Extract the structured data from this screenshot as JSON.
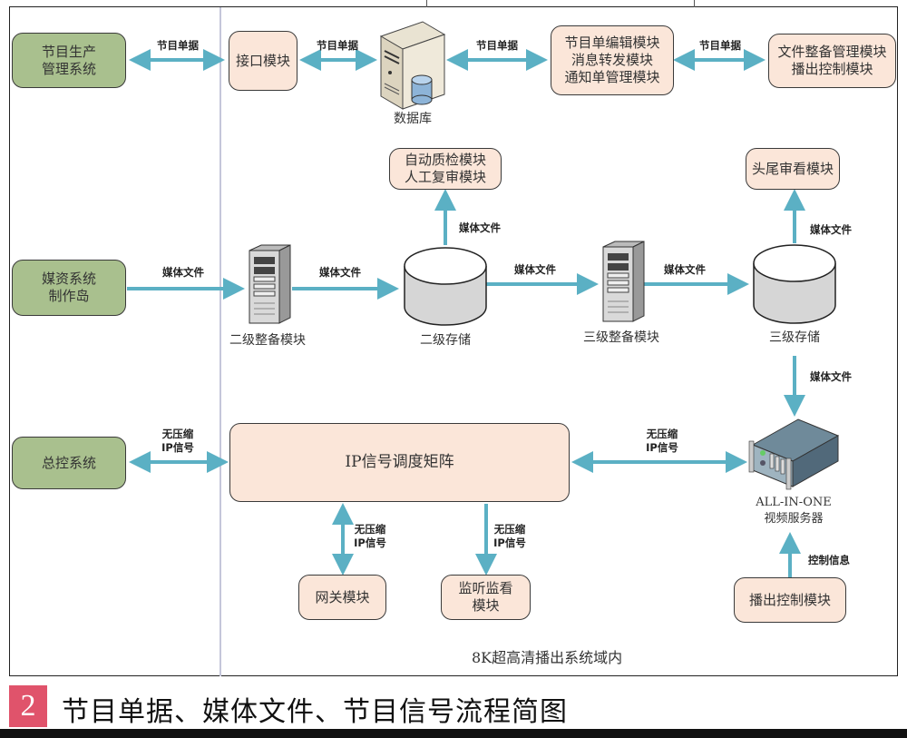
{
  "colors": {
    "external_box": "#a9c08e",
    "module_box": "#fbe6d9",
    "arrow": "#5bb0c4",
    "caption_badge": "#e0536b"
  },
  "external_systems": {
    "program_production": "节目生产\n管理系统",
    "media_asset": "媒资系统\n制作岛",
    "master_control": "总控系统"
  },
  "modules": {
    "interface": "接口模块",
    "rundown_edit": "节目单编辑模块\n消息转发模块\n通知单管理模块",
    "file_prep_mgmt": "文件整备管理模块\n播出控制模块",
    "auto_qc": "自动质检模块\n人工复审模块",
    "head_tail_review": "头尾审看模块",
    "ip_matrix": "IP信号调度矩阵",
    "gateway": "网关模块",
    "monitoring": "监听监看\n模块",
    "playout_control": "播出控制模块"
  },
  "devices": {
    "database": "数据库",
    "level2_prep": "二级整备模块",
    "level2_storage": "二级存储",
    "level3_prep": "三级整备模块",
    "level3_storage": "三级存储",
    "all_in_one": "ALL-IN-ONE\n视频服务器"
  },
  "edge_labels": {
    "rundown": "节目单据",
    "media_file": "媒体文件",
    "uncompressed_ip": "无压缩\nIP信号",
    "control_info": "控制信息"
  },
  "domain_label": "8K超高清播出系统域内",
  "figure": {
    "number": "2",
    "title": "节目单据、媒体文件、节目信号流程简图"
  }
}
